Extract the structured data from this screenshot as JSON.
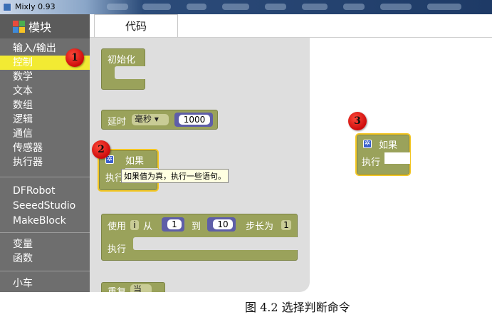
{
  "window": {
    "title": "Mixly 0.93"
  },
  "sidebar": {
    "header": "模块",
    "categories": [
      "输入/输出",
      "控制",
      "数学",
      "文本",
      "数组",
      "逻辑",
      "通信",
      "传感器",
      "执行器"
    ],
    "selected": "控制",
    "vendors": [
      "DFRobot",
      "SeeedStudio",
      "MakeBlock"
    ],
    "misc": [
      "变量",
      "函数"
    ],
    "more": [
      "小车"
    ]
  },
  "tabs": [
    "代码"
  ],
  "flyout": {
    "setup_block": "初始化",
    "delay_block": {
      "label": "延时",
      "unit": "毫秒",
      "value": "1000"
    },
    "if_block": {
      "if_label": "如果",
      "do_label": "执行"
    },
    "tooltip": "如果值为真，执行一些语句。",
    "for_block": {
      "use": "使用",
      "var": "i",
      "from": "从",
      "start": "1",
      "to": "到",
      "end": "10",
      "step_label": "步长为",
      "step": "1",
      "do_label": "执行"
    },
    "repeat_block": {
      "label": "重复",
      "mode": "当"
    }
  },
  "workspace": {
    "if_block": {
      "if_label": "如果",
      "do_label": "执行"
    }
  },
  "badges": [
    "1",
    "2",
    "3"
  ],
  "caption": "图 4.2 选择判断命令",
  "colors": {
    "block": "#9aa25b",
    "sidebar": "#6e6e6e",
    "selected_category": "#f2ea33",
    "badge": "#e02020",
    "selection": "#f3c623"
  }
}
